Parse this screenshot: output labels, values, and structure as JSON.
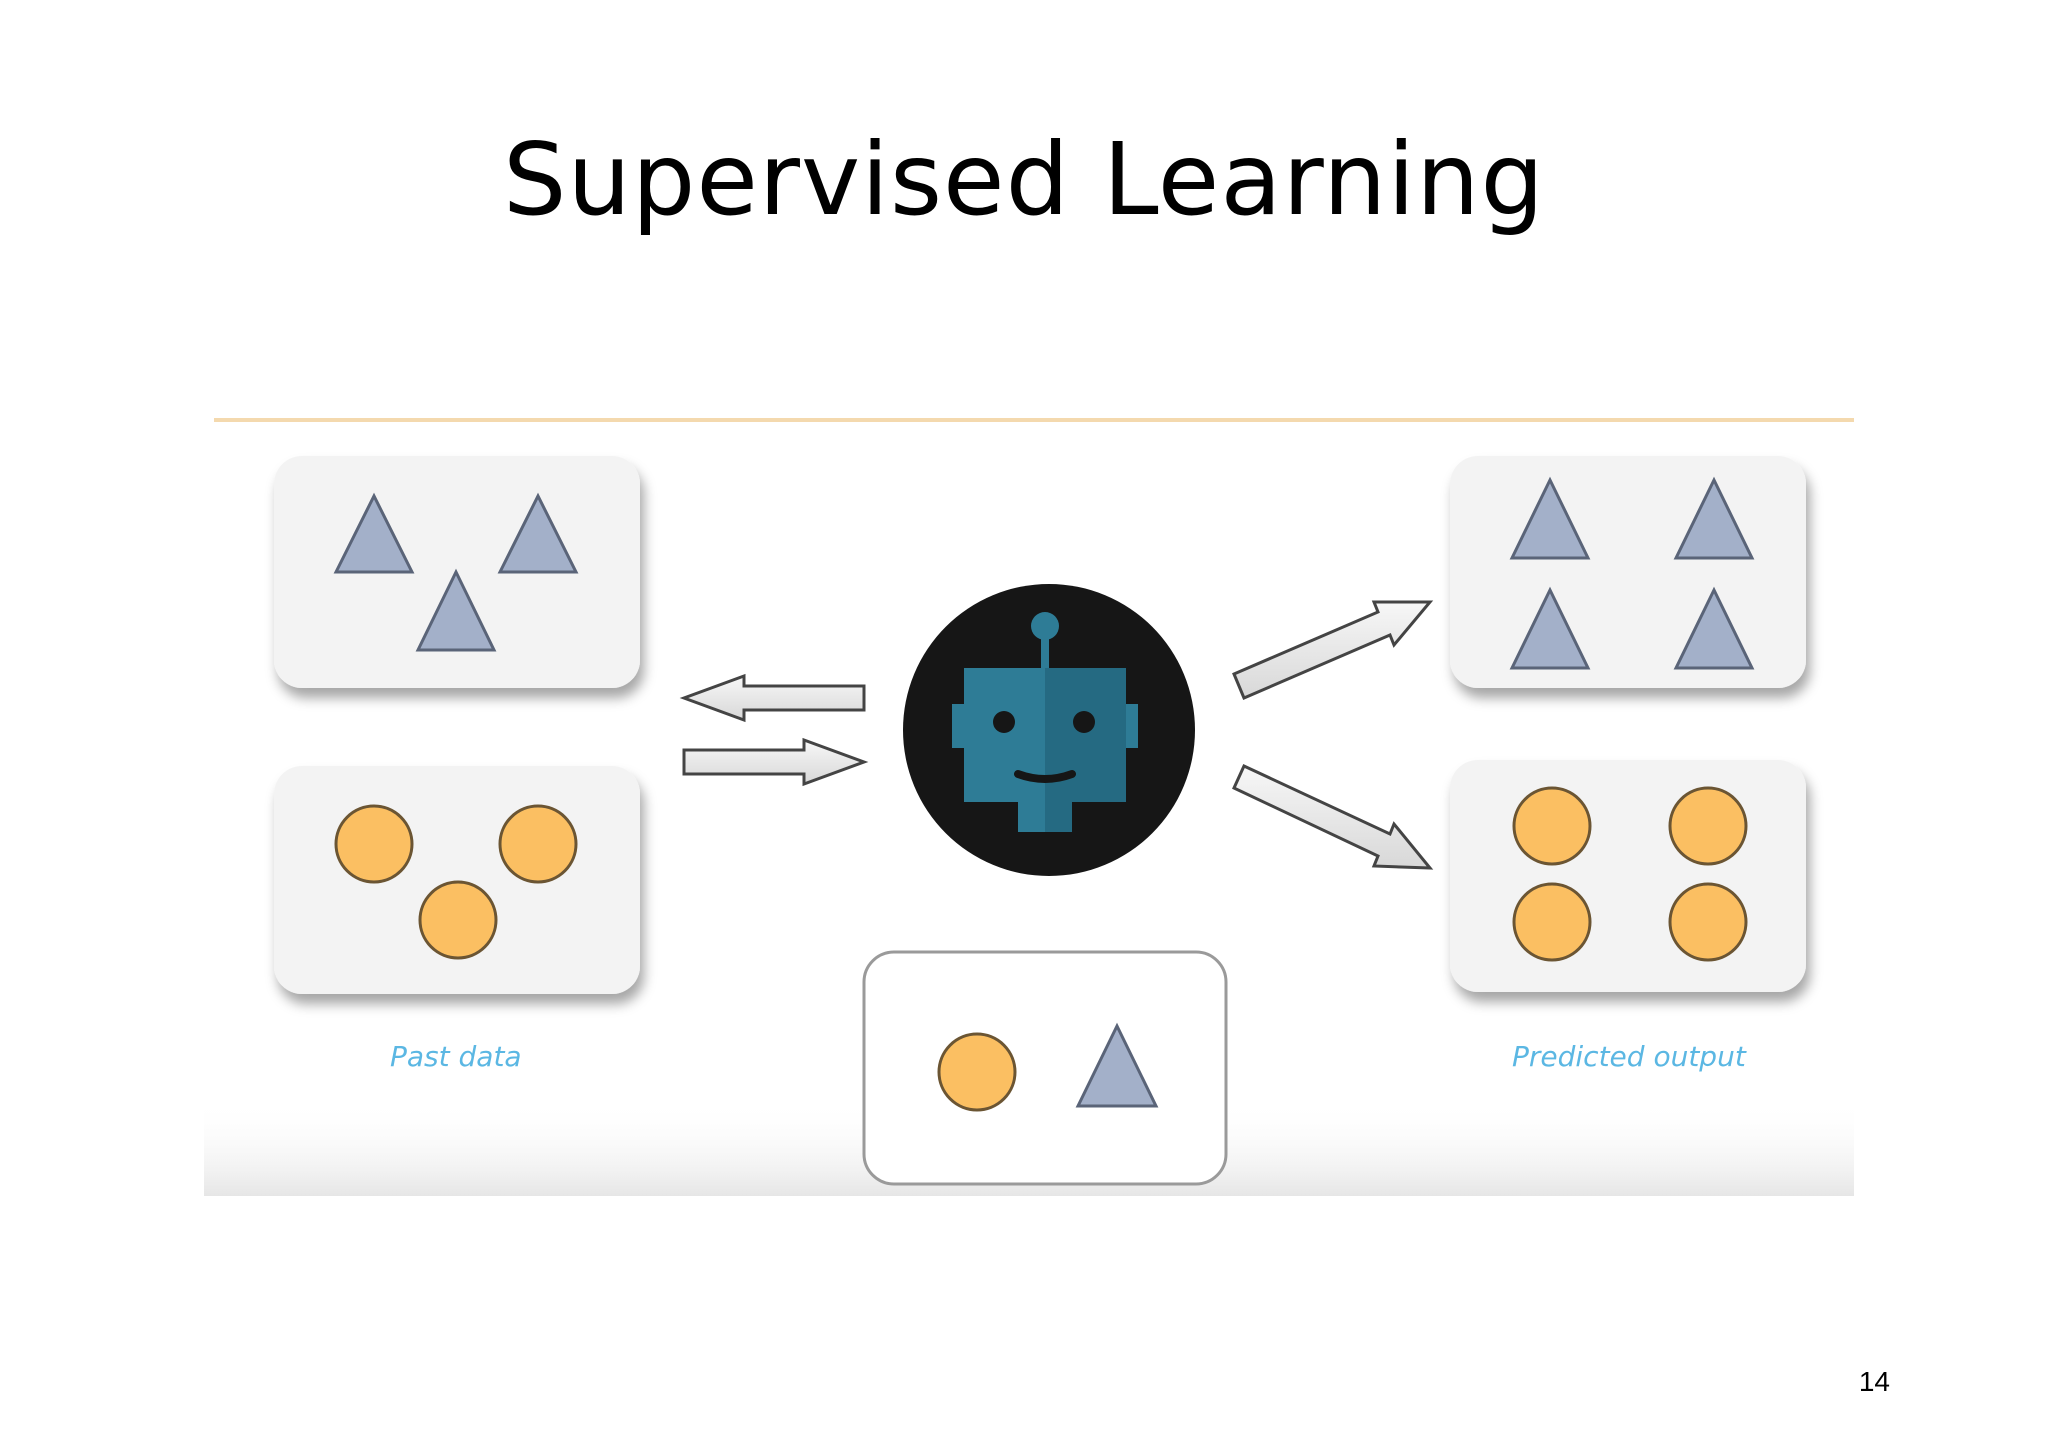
{
  "slide": {
    "title": "Supervised Learning",
    "page_number": "14"
  },
  "diagram": {
    "past_data_caption": "Past data",
    "predicted_output_caption": "Predicted output",
    "colors": {
      "triangle_fill": "#A3B0C9",
      "circle_fill": "#FBBF62",
      "robot_face": "#2E7C96",
      "robot_bg": "#161616",
      "caption_text": "#5BB7E3",
      "rule_line": "#F4D9AE"
    },
    "icons": {
      "robot": "robot-icon",
      "triangle": "triangle-icon",
      "circle": "circle-icon",
      "arrow": "arrow-icon"
    }
  }
}
